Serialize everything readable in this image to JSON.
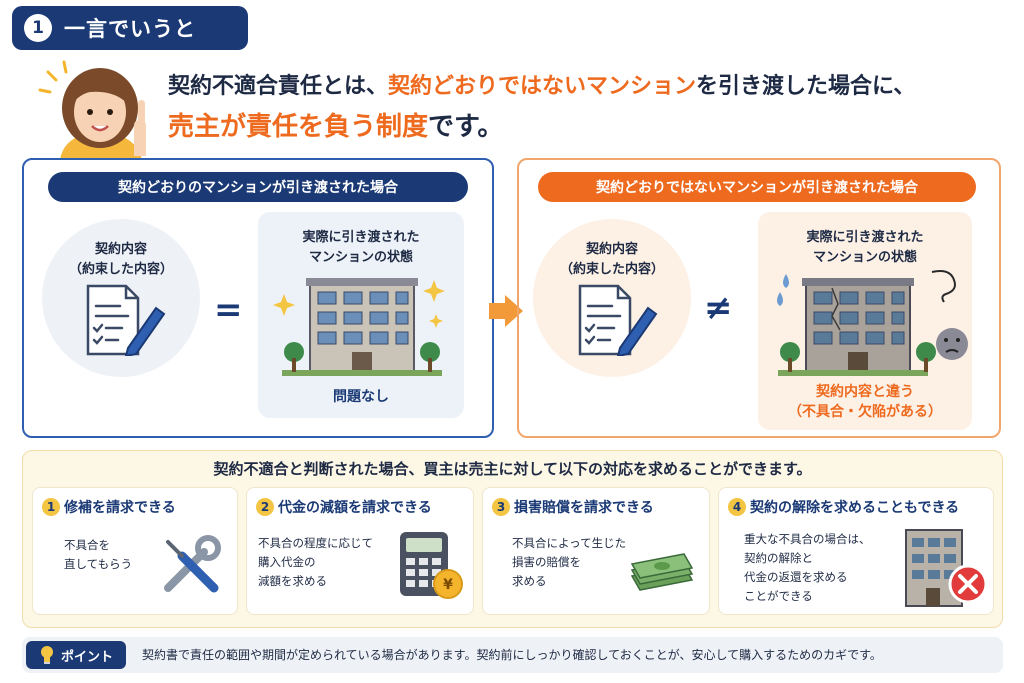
{
  "header": {
    "number": "1",
    "title": "一言でいうと"
  },
  "hero": {
    "line1_a": "契約不適合責任とは、",
    "line1_b": "契約どおりではないマンション",
    "line1_c": "を引き渡した場合に、",
    "line2_a": "売主が責任を負う制度",
    "line2_b": "です。"
  },
  "left_panel": {
    "title": "契約どおりのマンションが引き渡された場合",
    "contract_label_1": "契約内容",
    "contract_label_2": "（約束した内容）",
    "equals": "=",
    "actual_label_1": "実際に引き渡された",
    "actual_label_2": "マンションの状態",
    "result": "問題なし"
  },
  "right_panel": {
    "title": "契約どおりではないマンションが引き渡された場合",
    "contract_label_1": "契約内容",
    "contract_label_2": "（約束した内容）",
    "not_equals": "≠",
    "actual_label_1": "実際に引き渡された",
    "actual_label_2": "マンションの状態",
    "result_1": "契約内容と違う",
    "result_2": "（不具合・欠陥がある）"
  },
  "remedies": {
    "title": "契約不適合と判断された場合、買主は売主に対して以下の対応を求めることができます。",
    "items": [
      {
        "num": "1",
        "title": "修補を請求できる",
        "desc": [
          "不具合を",
          "直してもらう"
        ]
      },
      {
        "num": "2",
        "title": "代金の減額を請求できる",
        "desc": [
          "不具合の程度に応じて",
          "購入代金の",
          "減額を求める"
        ]
      },
      {
        "num": "3",
        "title": "損害賠償を請求できる",
        "desc": [
          "不具合によって生じた",
          "損害の賠償を",
          "求める"
        ]
      },
      {
        "num": "4",
        "title": "契約の解除を求めることもできる",
        "desc": [
          "重大な不具合の場合は、",
          "契約の解除と",
          "代金の返還を求める",
          "ことができる"
        ]
      }
    ]
  },
  "point": {
    "label": "ポイント",
    "text": "契約書で責任の範囲や期間が定められている場合があります。契約前にしっかり確認しておくことが、安心して購入するためのカギです。"
  },
  "icons": {
    "document": "document-pen-icon",
    "building": "building-icon",
    "sparkle": "sparkle-icon",
    "arrow": "arrow-right-icon",
    "tools": "wrench-screwdriver-icon",
    "calculator": "calculator-icon",
    "money": "money-stack-icon",
    "cancel": "cancel-x-icon",
    "bulb": "lightbulb-icon"
  },
  "colors": {
    "navy": "#1b3a75",
    "orange": "#ee6a1f",
    "cream": "#fdf7e6"
  }
}
